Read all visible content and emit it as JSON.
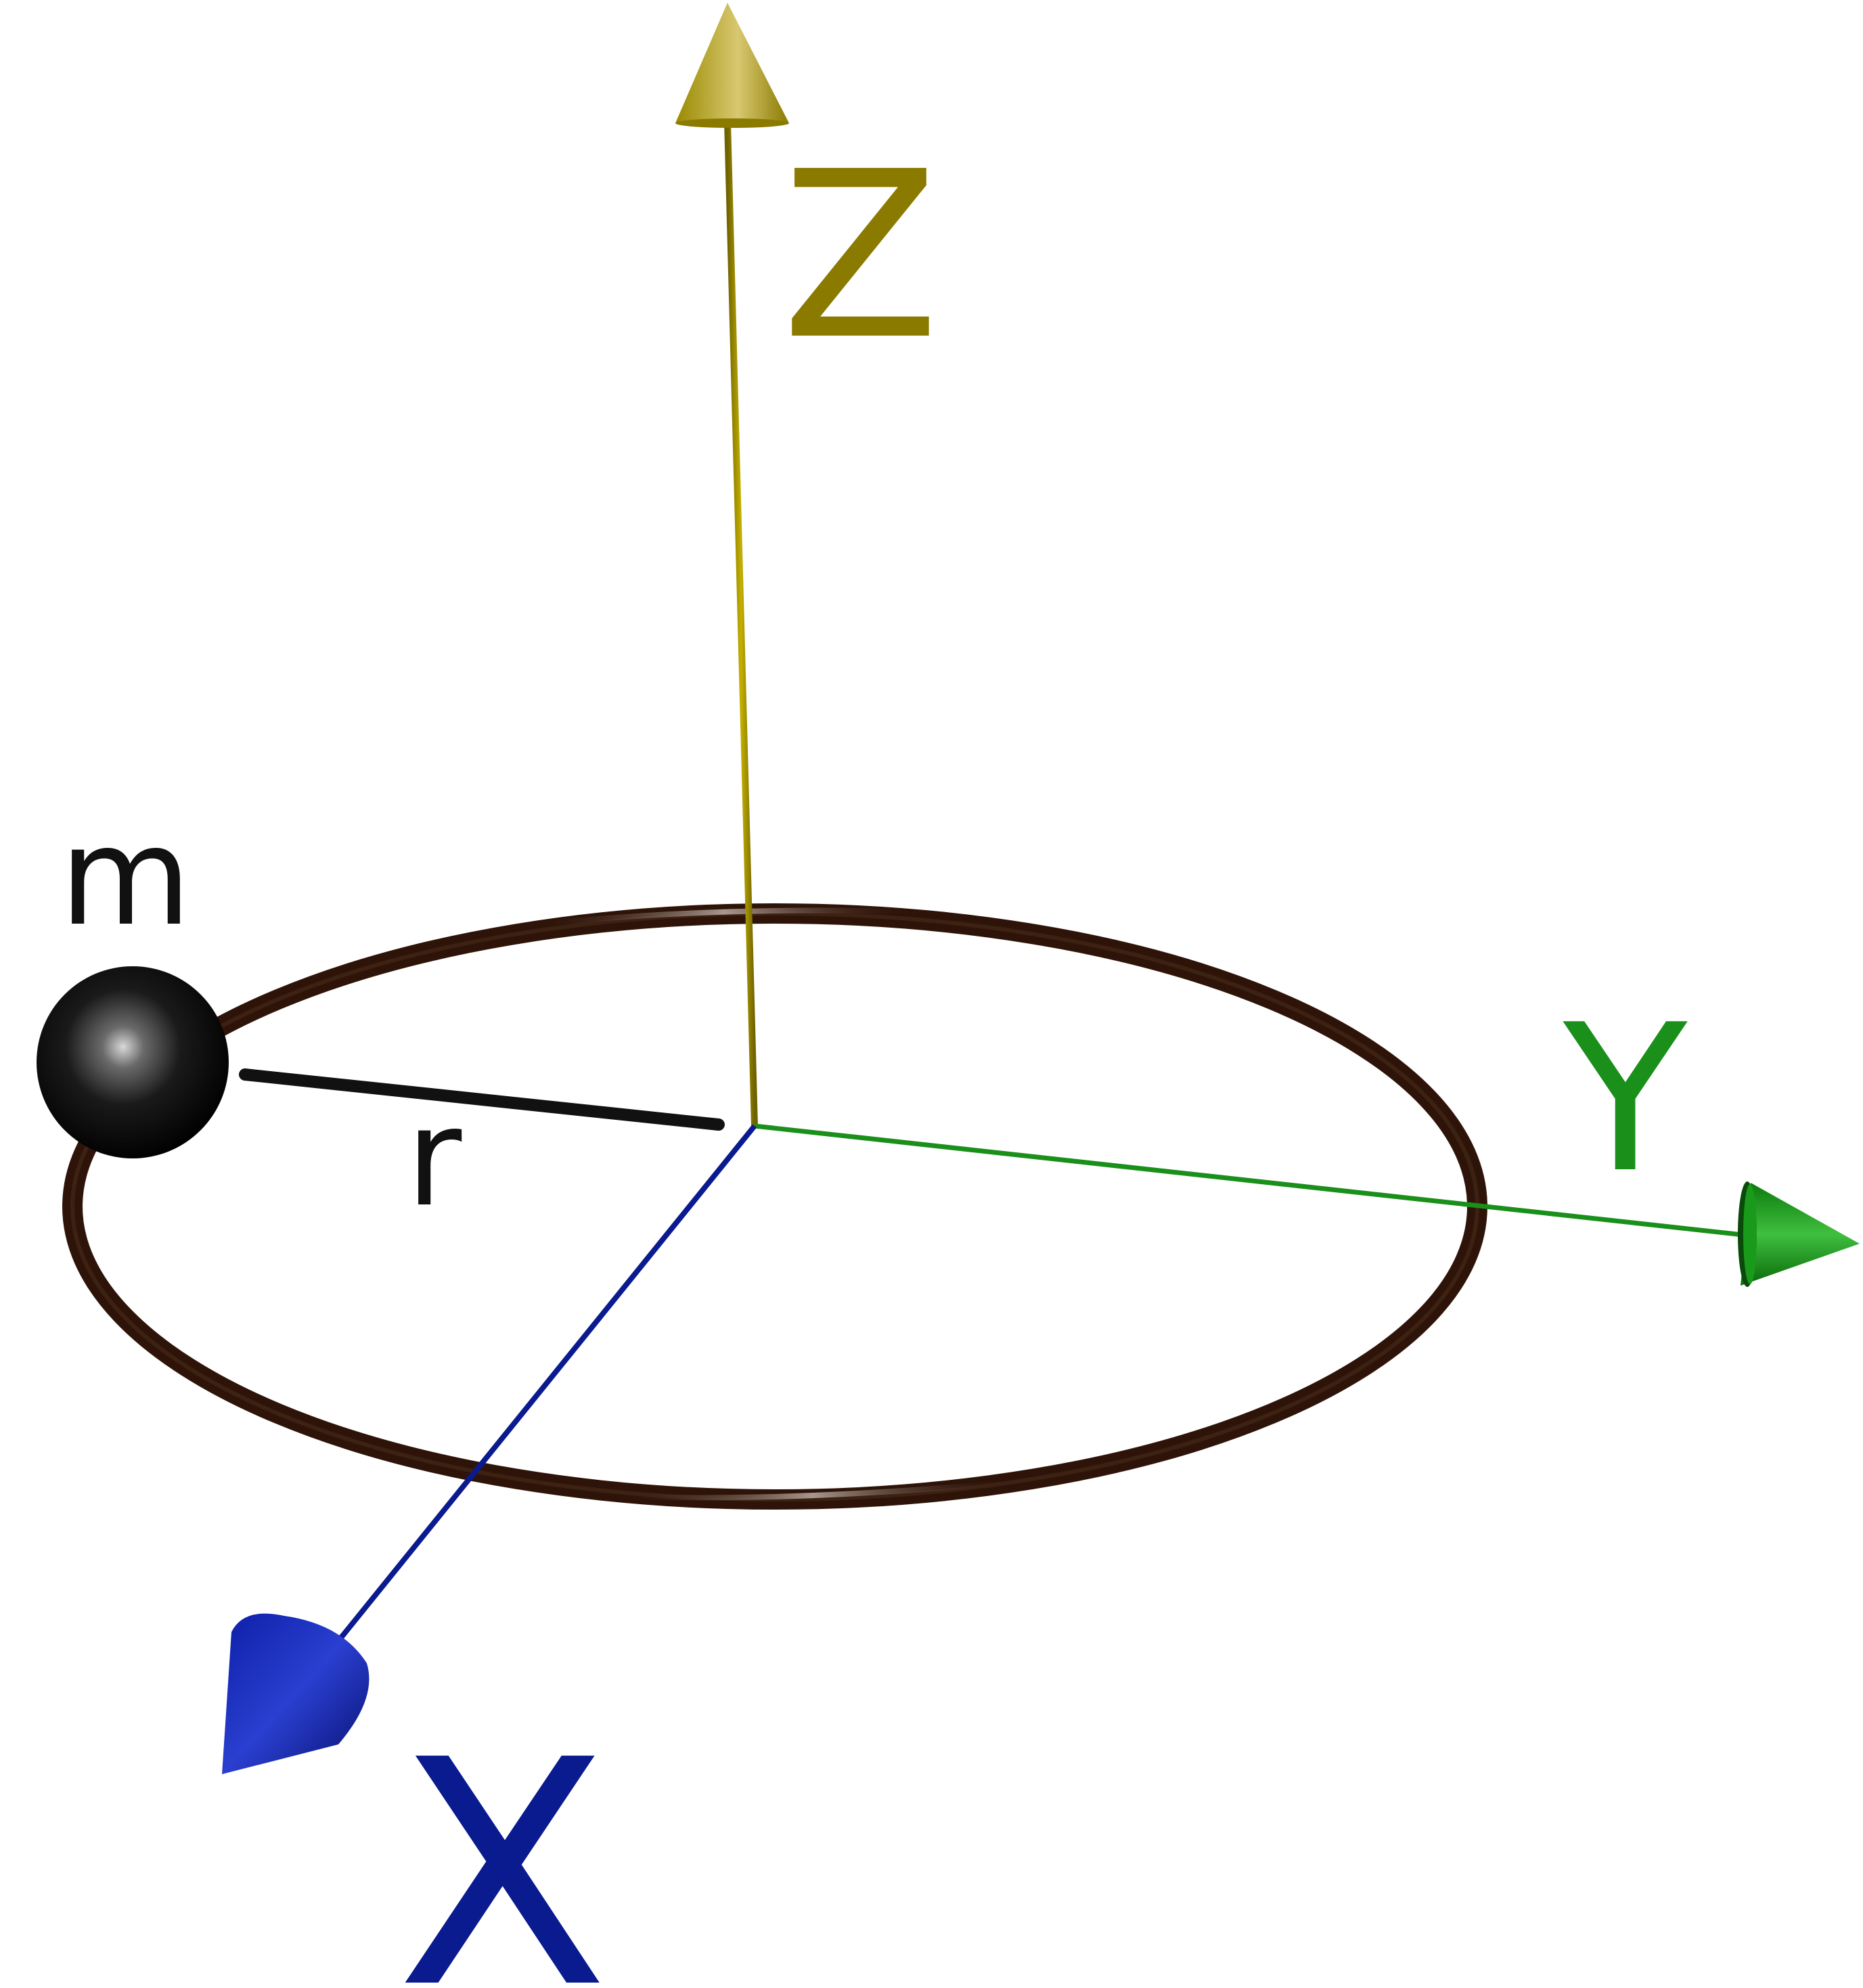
{
  "labels": {
    "z_axis": "Z",
    "y_axis": "Y",
    "x_axis": "X",
    "mass": "m",
    "radius": "r"
  },
  "colors": {
    "z_axis": "#8a7a00",
    "y_axis": "#1a8f1a",
    "x_axis": "#0a1a8f",
    "ring": "#2e1408",
    "mass": "#111111",
    "radius": "#111111"
  }
}
